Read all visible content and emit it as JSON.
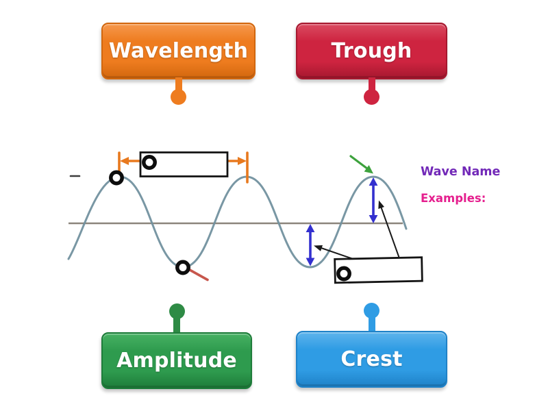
{
  "activity": {
    "type_hint": "labelled-diagram",
    "labels": [
      {
        "id": "wavelength",
        "text": "Wavelength",
        "pin": "bottom",
        "color": "#ee7c1f",
        "color_light": "#f6984d",
        "color_dark": "#d2670e",
        "pin_color": "#ee7c1f"
      },
      {
        "id": "trough",
        "text": "Trough",
        "pin": "bottom",
        "color": "#ce2440",
        "color_light": "#da4b61",
        "color_dark": "#a6182f",
        "pin_color": "#ce2440"
      },
      {
        "id": "amplitude",
        "text": "Amplitude",
        "pin": "top",
        "color": "#2e9b4e",
        "color_light": "#47b163",
        "color_dark": "#1e7c3a",
        "pin_color": "#2e8b45"
      },
      {
        "id": "crest",
        "text": "Crest",
        "pin": "top",
        "color": "#2f9ce4",
        "color_light": "#5eb4ec",
        "color_dark": "#1f82c8",
        "pin_color": "#2f9ce4"
      }
    ]
  },
  "diagram": {
    "annotations": {
      "wave_name": "Wave Name",
      "examples": "Examples:"
    },
    "colors": {
      "wave": "#72919f",
      "baseline": "#8b857c",
      "orange": "#e8791e",
      "blue_arrow": "#3330cf",
      "green_arrow": "#3da23d",
      "red_mark": "#c2453a",
      "target_ring": "#0d0d0d",
      "text_purple": "#7229b8",
      "text_pink": "#e51f8e"
    }
  }
}
